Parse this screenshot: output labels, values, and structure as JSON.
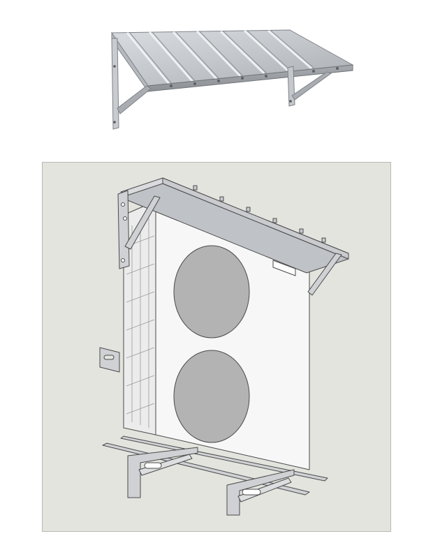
{
  "figures": {
    "top": {
      "kind": "product-photo",
      "subject": "galvanized-steel-canopy-with-brackets"
    },
    "bottom": {
      "kind": "line-illustration",
      "subject": "outdoor-ac-unit-with-canopy-and-floor-brackets"
    }
  },
  "colors": {
    "panel_background": "#e4e4df",
    "panel_border": "#b9b9b4",
    "metal_light": "#d7d9dc",
    "metal_mid": "#b4b7bb",
    "metal_dark": "#8c9095",
    "unit_body": "#f7f7f7",
    "fan_grille": "#b3b3b3",
    "outline": "#4a4a4a"
  }
}
